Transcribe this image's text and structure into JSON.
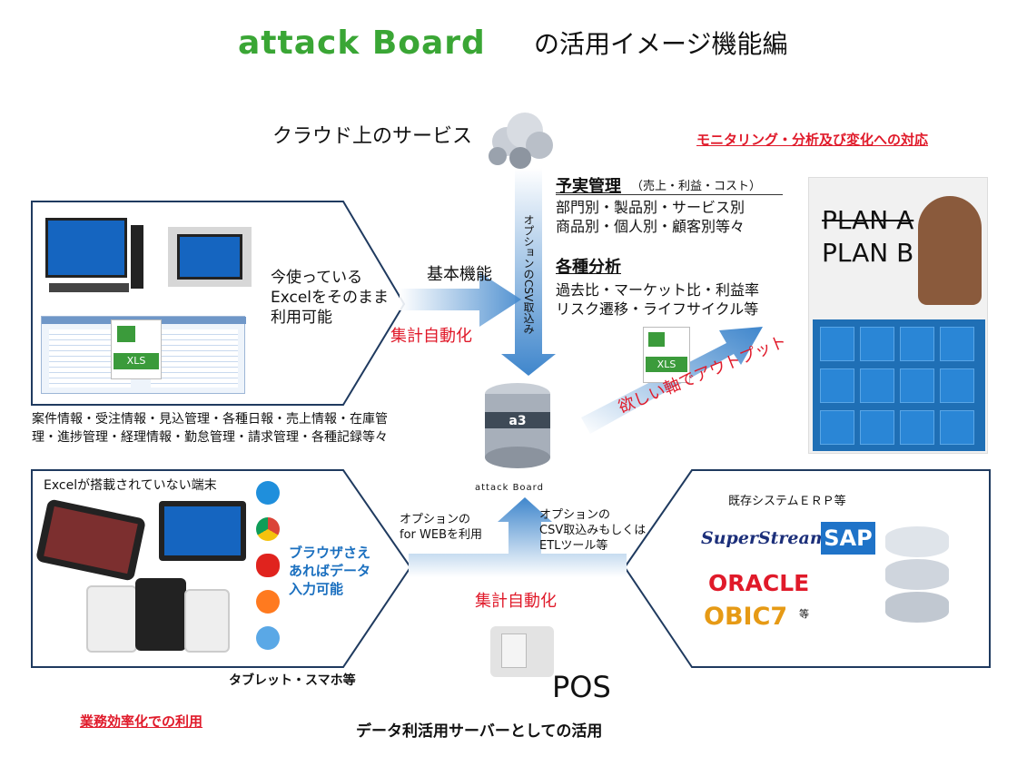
{
  "header": {
    "logo": "attack Board",
    "title_suffix": "の活用イメージ機能編"
  },
  "cloud": {
    "label": "クラウド上のサービス"
  },
  "monitoring": {
    "heading": "モニタリング・分析及び変化への対応"
  },
  "yojitsu": {
    "title": "予実管理",
    "sub": "（売上・利益・コスト）",
    "line1": "部門別・製品別・サービス別",
    "line2": "商品別・個人別・顧客別等々"
  },
  "analysis": {
    "title": "各種分析",
    "line1": "過去比・マーケット比・利益率",
    "line2": "リスク遷移・ライフサイクル等"
  },
  "excel_box": {
    "text1": "今使っている",
    "text2": "Excelをそのまま",
    "text3": "利用可能",
    "file_label": "XLS"
  },
  "flow": {
    "basic": "基本機能",
    "auto_top": "集計自動化",
    "vertical_csv": "オプションのCSV取込み",
    "option_web_1": "オプションの",
    "option_web_2": "for WEBを利用",
    "option_csv_1": "オプションの",
    "option_csv_2": "CSV取込みもしくは",
    "option_csv_3": "ETLツール等",
    "auto_bottom": "集計自動化",
    "output": "欲しい軸でアウトプット",
    "output_file": "XLS"
  },
  "db": {
    "label": "attack Board"
  },
  "info_list": {
    "line1": "案件情報・受注情報・見込管理・各種日報・売上情報・在庫管",
    "line2": "理・進捗管理・経理情報・勤怠管理・請求管理・各種記録等々"
  },
  "plan": {
    "a": "PLAN A",
    "b": "PLAN B"
  },
  "tablet_box": {
    "title": "Excelが搭載されていない端末",
    "browser_1": "ブラウザさえ",
    "browser_2": "あればデータ",
    "browser_3": "入力可能",
    "caption": "タブレット・スマホ等"
  },
  "erp_box": {
    "title": "既存システムＥＲＰ等",
    "brand1": "SuperStream",
    "brand2": "SAP",
    "brand3": "ORACLE",
    "brand4": "OBIC7",
    "etc": "等"
  },
  "pos": {
    "label": "POS"
  },
  "footer": {
    "efficiency": "業務効率化での利用",
    "server": "データ利活用サーバーとしての活用"
  },
  "colors": {
    "logo_green": "#3aa635",
    "accent_red": "#e01a2a",
    "arrow_blue": "#3f86cc",
    "browser_blue": "#1a6fbf",
    "box_border": "#1f3a5f"
  }
}
